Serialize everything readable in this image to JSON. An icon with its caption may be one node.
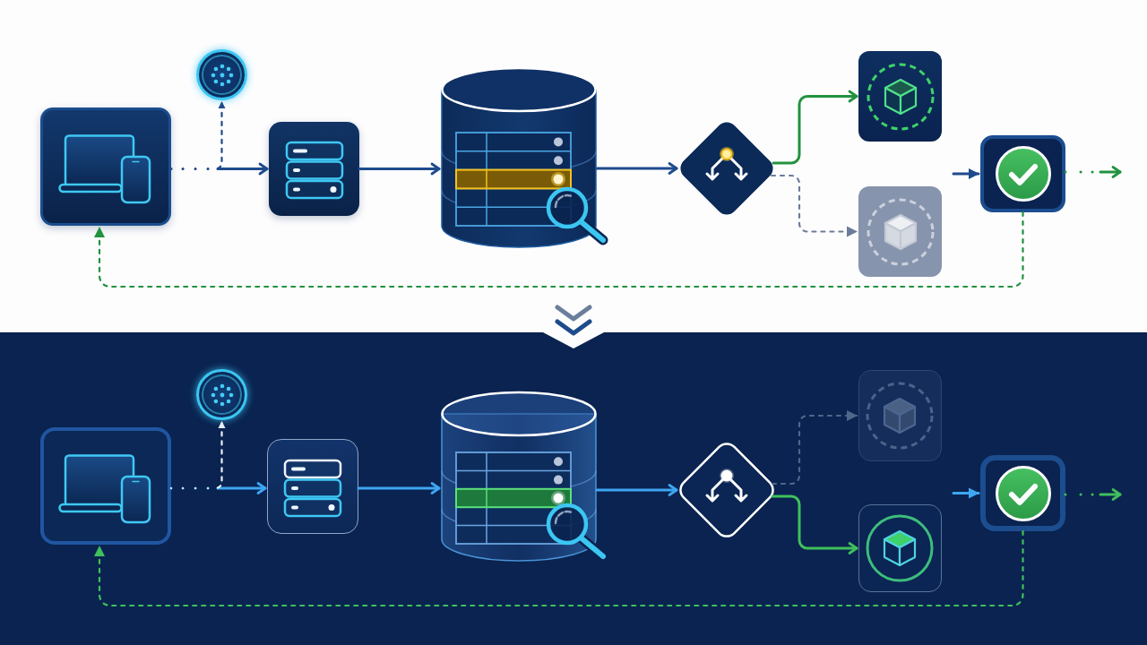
{
  "diagram": {
    "nodes": [
      {
        "text": [],
        "shape": "box"
      },
      {
        "text": [],
        "shape": "circle"
      },
      {
        "text": [],
        "shape": "box"
      },
      {
        "text": [],
        "shape": "cylinder"
      },
      {
        "text": [],
        "shape": "diamond"
      },
      {
        "text": [],
        "shape": "box"
      },
      {
        "text": [],
        "shape": "box"
      },
      {
        "text": [],
        "shape": "box"
      },
      {
        "text": [],
        "shape": "band"
      },
      {
        "text": [],
        "shape": "box",
        "in": 8
      },
      {
        "text": [],
        "shape": "circle",
        "in": 8
      },
      {
        "text": [],
        "shape": "box",
        "in": 8
      },
      {
        "text": [],
        "shape": "cylinder",
        "in": 8
      },
      {
        "text": [],
        "shape": "diamond",
        "in": 8
      },
      {
        "text": [],
        "shape": "box",
        "in": 8
      },
      {
        "text": [],
        "shape": "box",
        "in": 8
      },
      {
        "text": [],
        "shape": "box",
        "in": 8
      }
    ],
    "edges": [
      {
        "from": 0,
        "to": 2,
        "arrow": "to",
        "style": "dashed",
        "color": "#1e4b8c"
      },
      {
        "from": 0,
        "to": 1,
        "arrow": "to",
        "style": "dashed",
        "color": "#1e4b8c"
      },
      {
        "from": 2,
        "to": 3,
        "arrow": "to",
        "color": "#1e4b8c"
      },
      {
        "from": 3,
        "to": 4,
        "arrow": "to",
        "color": "#1e4b8c"
      },
      {
        "from": 4,
        "to": 5,
        "arrow": "to",
        "color": "#22923f"
      },
      {
        "from": 4,
        "to": 6,
        "arrow": "to",
        "style": "dashed",
        "color": "#6c7d9b"
      },
      {
        "from": null,
        "to": 7,
        "arrow": "to",
        "color": "#1e4b8c"
      },
      {
        "from": 7,
        "to": null,
        "arrow": "to",
        "style": "dashed",
        "color": "#22923f"
      },
      {
        "from": 7,
        "to": 0,
        "arrow": "to",
        "style": "dashed",
        "color": "#22923f"
      },
      {
        "from": 9,
        "to": 11,
        "arrow": "to",
        "style": "dashed",
        "color": "#3ea6f2"
      },
      {
        "from": 9,
        "to": 10,
        "arrow": "to",
        "style": "dashed",
        "color": "#e8eef8"
      },
      {
        "from": 11,
        "to": 12,
        "arrow": "to",
        "color": "#3ea6f2"
      },
      {
        "from": 12,
        "to": 13,
        "arrow": "to",
        "color": "#3ea6f2"
      },
      {
        "from": 13,
        "to": 14,
        "arrow": "to",
        "style": "dashed",
        "color": "#4f6789"
      },
      {
        "from": 13,
        "to": 15,
        "arrow": "to",
        "color": "#3fc05c"
      },
      {
        "from": null,
        "to": 16,
        "arrow": "to",
        "color": "#3ea6f2"
      },
      {
        "from": 16,
        "to": null,
        "arrow": "to",
        "style": "dashed",
        "color": "#3fc05c"
      },
      {
        "from": 16,
        "to": 9,
        "arrow": "to",
        "style": "dashed",
        "color": "#3fc05c"
      }
    ]
  }
}
